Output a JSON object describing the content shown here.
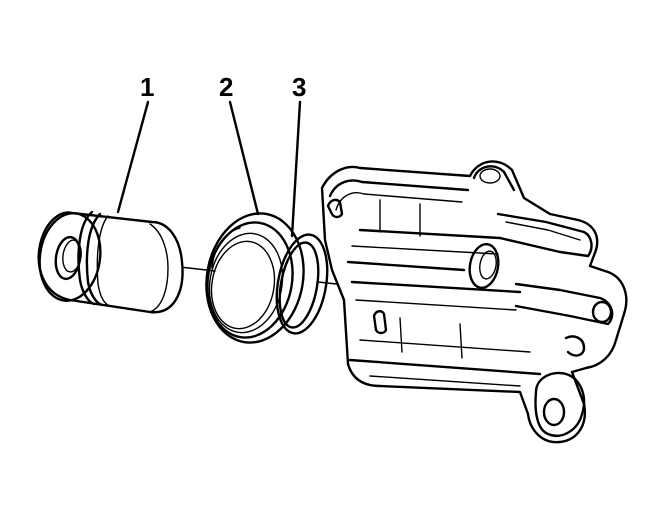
{
  "callouts": [
    {
      "id": "1",
      "label": "1"
    },
    {
      "id": "2",
      "label": "2"
    },
    {
      "id": "3",
      "label": "3"
    }
  ],
  "parts": [
    "piston",
    "piston-seal",
    "boot-ring",
    "caliper-housing"
  ],
  "colors": {
    "line": "#000000",
    "background": "#ffffff"
  }
}
